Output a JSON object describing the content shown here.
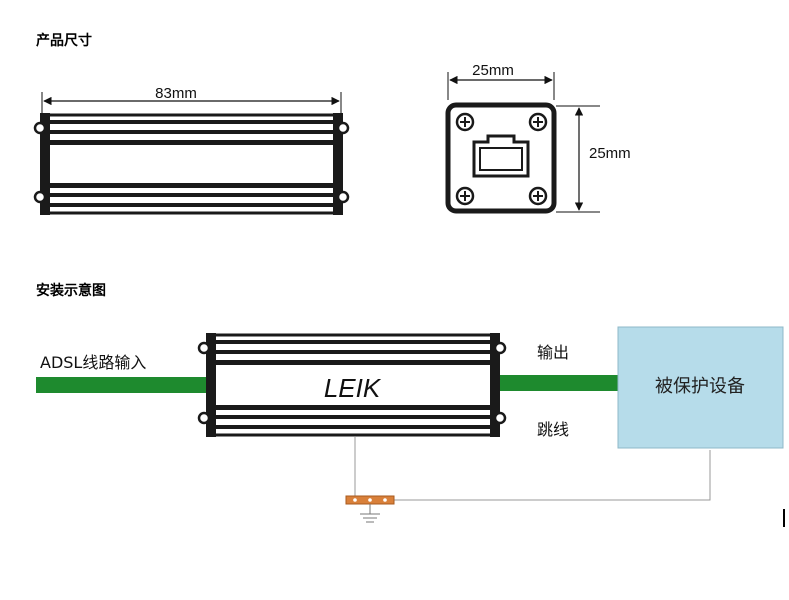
{
  "sections": {
    "dimensions_title": "产品尺寸",
    "installation_title": "安装示意图"
  },
  "dimensions": {
    "length": "83mm",
    "width": "25mm",
    "height": "25mm"
  },
  "installation": {
    "input_label": "ADSL线路输入",
    "output_label": "输出",
    "jumper_label": "跳线",
    "brand": "LEIK",
    "equipment_label": "被保护设备"
  },
  "colors": {
    "cable": "#1e8a2e",
    "equipment_fill": "#b6dcea",
    "ground_bar": "#d9803a",
    "device_frame": "#1a1a1a"
  }
}
